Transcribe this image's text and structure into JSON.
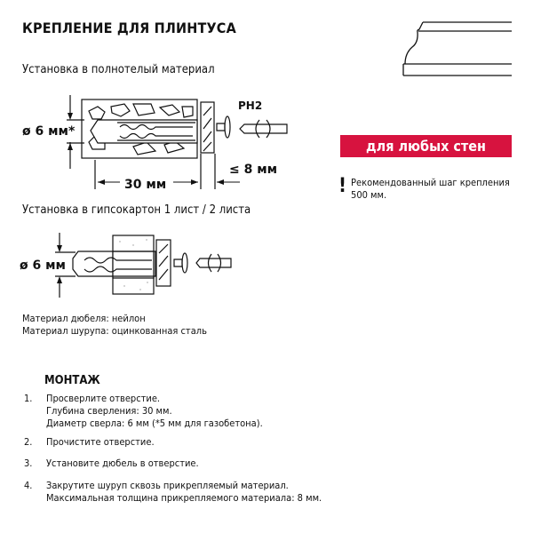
{
  "title": "КРЕПЛЕНИЕ ДЛЯ ПЛИНТУСА",
  "section1": {
    "heading": "Установка в полнотелый материал",
    "diameter": "ø 6 мм*",
    "depth": "30 мм",
    "thickness": "≤ 8 мм",
    "bit": "PH2"
  },
  "section2": {
    "heading": "Установка в гипсокартон 1 лист / 2 листа",
    "diameter": "ø 6 мм"
  },
  "materials": [
    "Материал дюбеля: нейлон",
    "Материал шурупа: оцинкованная сталь"
  ],
  "badge": {
    "label": "для любых стен",
    "color": "#d7133f"
  },
  "note": {
    "mark": "!",
    "lines": [
      "Рекомендованный шаг крепления",
      "500 мм."
    ]
  },
  "mounting": {
    "heading": "МОНТАЖ",
    "steps": [
      {
        "num": "1.",
        "lines": [
          "Просверлите отверстие.",
          "Глубина сверления: 30 мм.",
          "Диаметр сверла: 6 мм (*5 мм для газобетона)."
        ]
      },
      {
        "num": "2.",
        "lines": [
          "Прочистите отверстие."
        ]
      },
      {
        "num": "3.",
        "lines": [
          "Установите дюбель в отверстие."
        ]
      },
      {
        "num": "4.",
        "lines": [
          "Закрутите шуруп сквозь прикрепляемый материал.",
          "Максимальная толщина прикрепляемого материала: 8 мм."
        ]
      }
    ]
  }
}
